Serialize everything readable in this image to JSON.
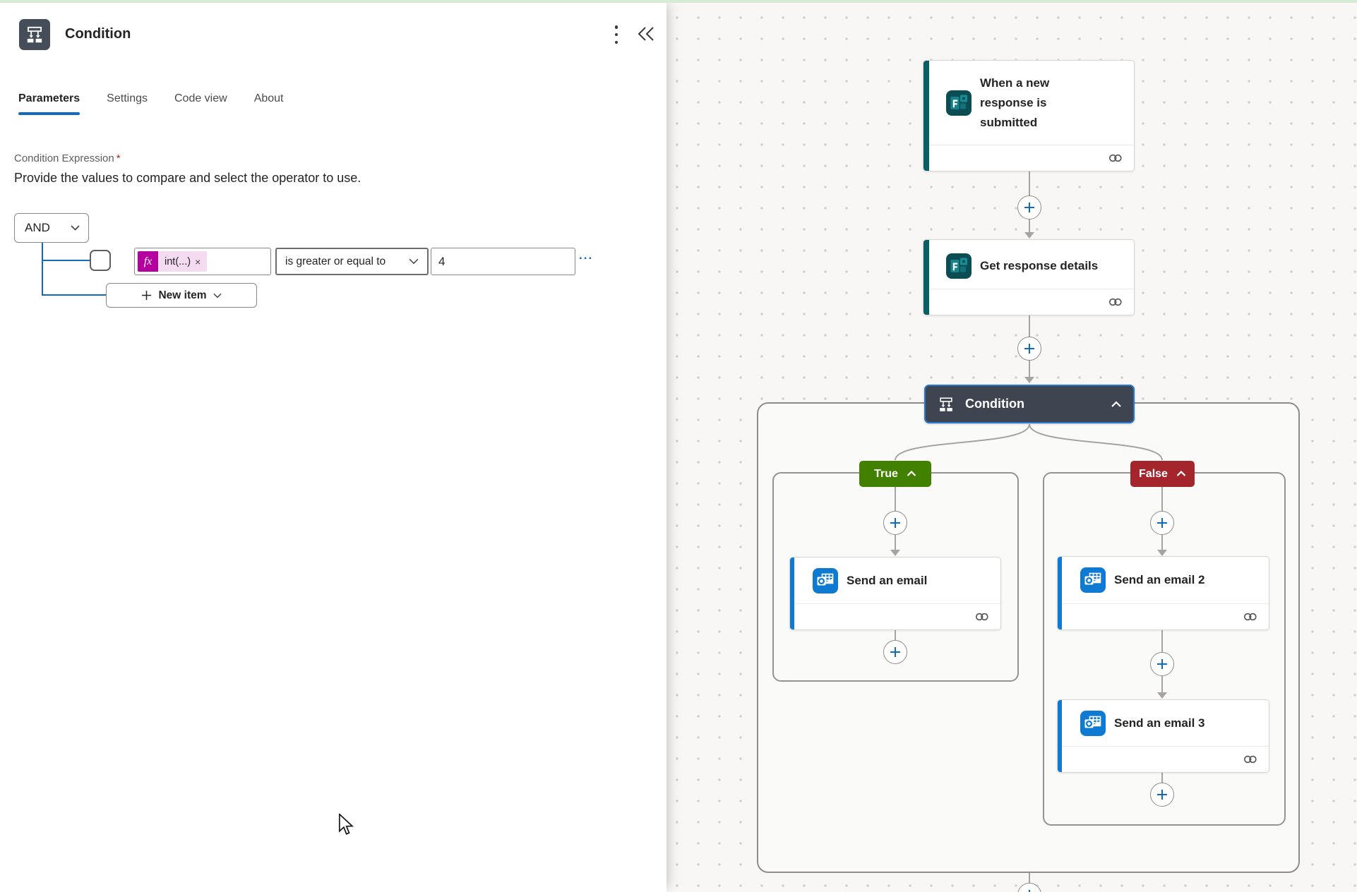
{
  "panel": {
    "title": "Condition",
    "menu": {
      "more_options_icon": "kebab-menu-icon",
      "collapse_icon": "double-chevron-left-icon"
    },
    "tabs": [
      {
        "label": "Parameters",
        "active": true
      },
      {
        "label": "Settings",
        "active": false
      },
      {
        "label": "Code view",
        "active": false
      },
      {
        "label": "About",
        "active": false
      }
    ],
    "expression": {
      "label": "Condition Expression",
      "required": "*",
      "description": "Provide the values to compare and select the operator to use.",
      "group_operator": "AND",
      "rows": [
        {
          "operand_chip": "int(...)",
          "remove": "×",
          "operator": "is greater or equal to",
          "value": "4",
          "more": "..."
        }
      ],
      "new_item": "New item"
    }
  },
  "canvas": {
    "trigger": {
      "title": "When a new response is submitted",
      "app": "microsoft-forms"
    },
    "action": {
      "title": "Get response details",
      "app": "microsoft-forms"
    },
    "condition": {
      "title": "Condition"
    },
    "branches": {
      "true": {
        "label": "True",
        "actions": [
          {
            "title": "Send an email",
            "app": "outlook"
          }
        ]
      },
      "false": {
        "label": "False",
        "actions": [
          {
            "title": "Send an email 2",
            "app": "outlook"
          },
          {
            "title": "Send an email 3",
            "app": "outlook"
          }
        ]
      }
    }
  },
  "icons": {
    "fx": "fx"
  },
  "colors": {
    "accent_blue": "#0f6cbd",
    "expression_pink": "#b4009e",
    "expression_chip_bg": "#f4dbf1",
    "true_green": "#428000",
    "false_red": "#a4262c",
    "condition_node_bg": "#3e4450",
    "condition_node_border": "#2477d2",
    "forms_teal_bar": "#0b5e64",
    "outlook_blue_bar": "#0f7ad1",
    "canvas_bg": "#f8f7f5",
    "top_strip_green": "#d7ead6"
  }
}
